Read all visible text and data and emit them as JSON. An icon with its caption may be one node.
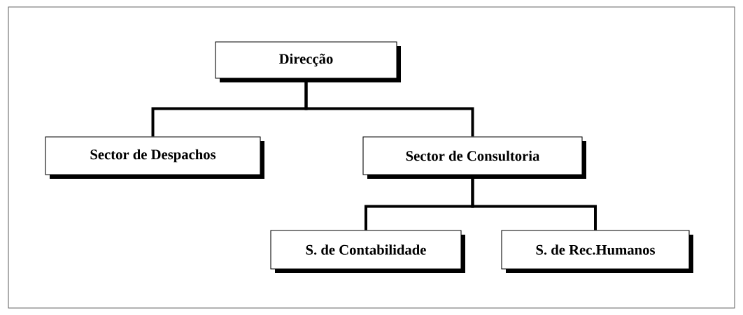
{
  "diagram": {
    "nodes": [
      {
        "text": [
          "Direcção"
        ]
      },
      {
        "text": [
          "Sector de Despachos"
        ]
      },
      {
        "text": [
          "Sector de Consultoria"
        ]
      },
      {
        "text": [
          "S. de Contabilidade"
        ]
      },
      {
        "text": [
          "S. de Rec.Humanos"
        ]
      }
    ],
    "edges": [
      {
        "from": 0,
        "to": 1,
        "arrow": "none"
      },
      {
        "from": 0,
        "to": 2,
        "arrow": "none"
      },
      {
        "from": 2,
        "to": 3,
        "arrow": "none"
      },
      {
        "from": 2,
        "to": 4,
        "arrow": "none"
      }
    ]
  }
}
